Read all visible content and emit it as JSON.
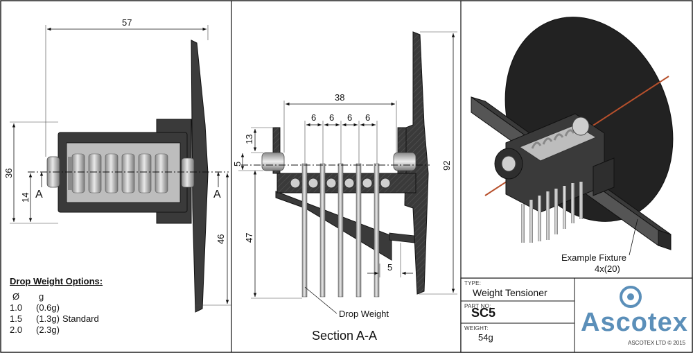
{
  "front_view": {
    "dims": {
      "overall_length": "57",
      "body_height": "36",
      "below_axis": "14",
      "below_right": "46"
    },
    "section_marks": [
      "A",
      "A"
    ]
  },
  "section_view": {
    "dims": {
      "width": "38",
      "pitches": [
        "6",
        "6",
        "6",
        "6"
      ],
      "top": "13",
      "hole": "5",
      "height": "92",
      "drop": "47",
      "tab": "5"
    },
    "drop_weight_label": "Drop Weight",
    "caption": "Section A-A"
  },
  "iso_view": {
    "fixture_label": "Example Fixture",
    "fixture_size": "4x(20)"
  },
  "drop_weight_options": {
    "title": "Drop Weight Options:",
    "header": [
      "Ø",
      "g"
    ],
    "rows": [
      {
        "dia": "1.0",
        "g": "(0.6g)",
        "note": ""
      },
      {
        "dia": "1.5",
        "g": "(1.3g)",
        "note": "Standard"
      },
      {
        "dia": "2.0",
        "g": "(2.3g)",
        "note": ""
      }
    ]
  },
  "title_block": {
    "type_label": "TYPE:",
    "type_value": "Weight Tensioner",
    "part_label": "PART NO:",
    "part_value": "SC5",
    "weight_label": "WEIGHT:",
    "weight_value": "54g",
    "brand": "Ascotex",
    "copyright": "ASCOTEX LTD © 2015",
    "brand_color": "#5b8fb9"
  }
}
